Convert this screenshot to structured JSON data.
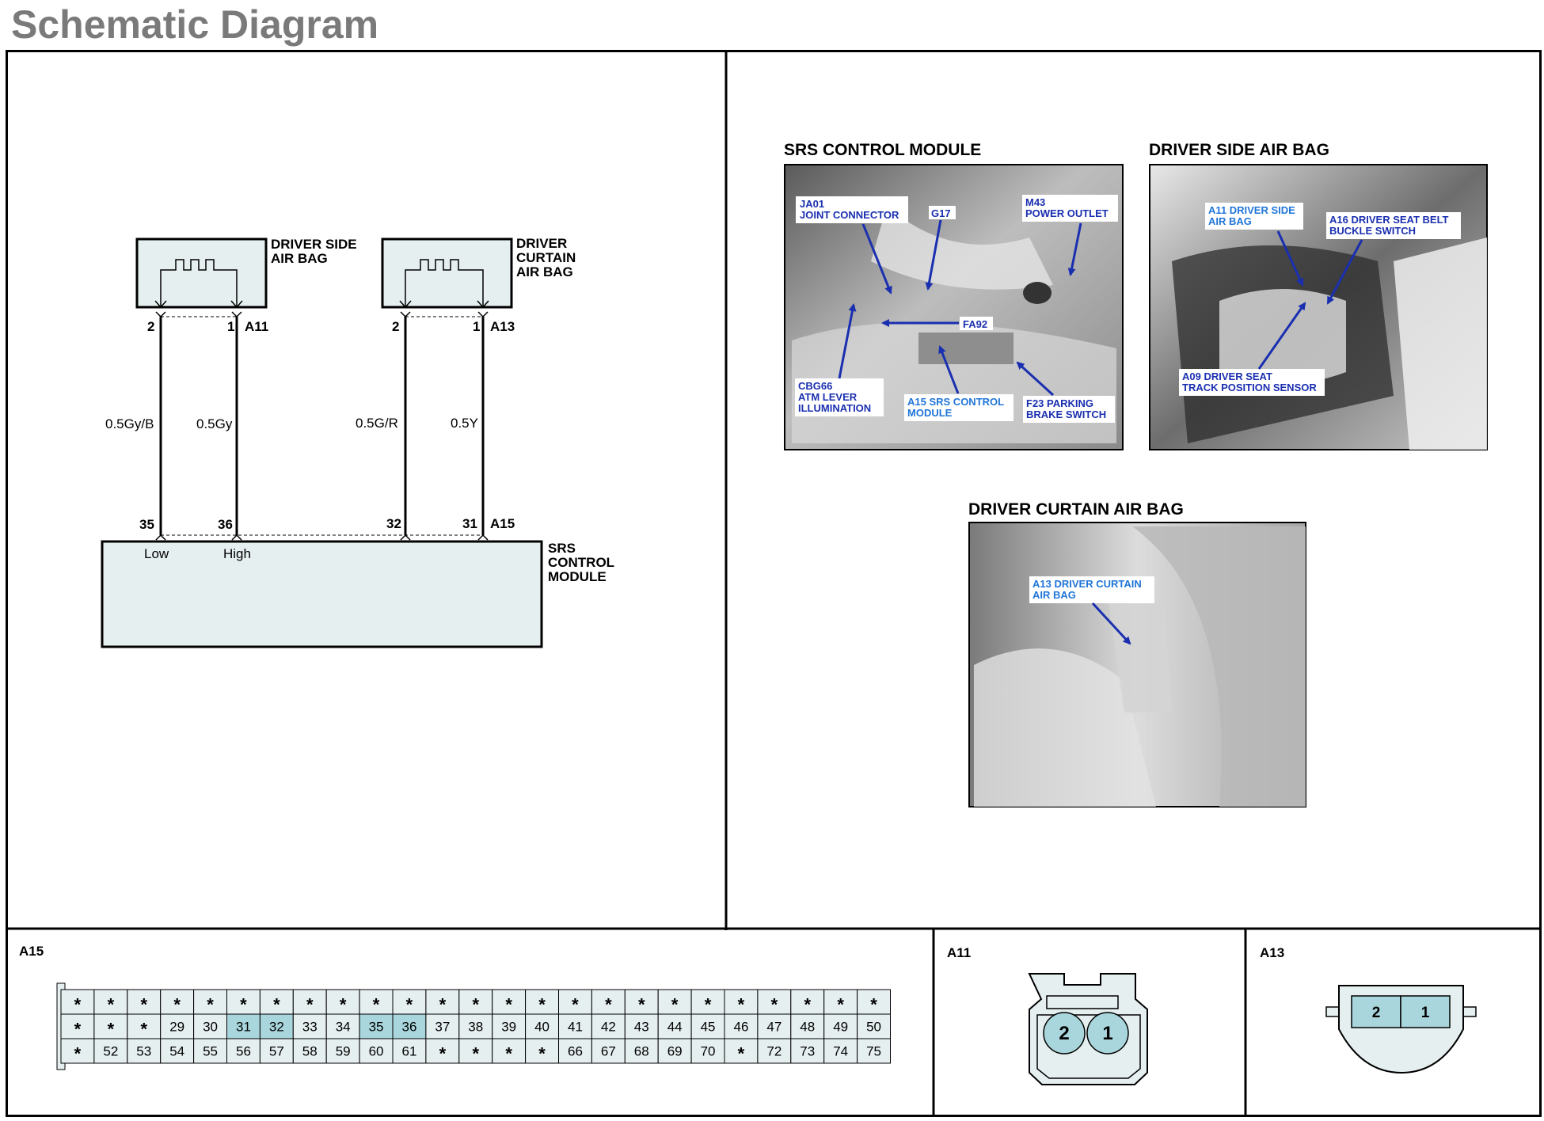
{
  "page_title": "Schematic Diagram",
  "schematic": {
    "driver_side_airbag": {
      "label_line1": "DRIVER SIDE",
      "label_line2": "AIR BAG",
      "connector": "A11",
      "pin_left": "2",
      "pin_right": "1"
    },
    "driver_curtain_airbag": {
      "label_line1": "DRIVER",
      "label_line2": "CURTAIN",
      "label_line3": "AIR BAG",
      "connector": "A13",
      "pin_left": "2",
      "pin_right": "1"
    },
    "wires": [
      {
        "color": "0.5Gy/B"
      },
      {
        "color": "0.5Gy"
      },
      {
        "color": "0.5G/R"
      },
      {
        "color": "0.5Y"
      }
    ],
    "srs_module": {
      "label_line1": "SRS",
      "label_line2": "CONTROL",
      "label_line3": "MODULE",
      "connector": "A15",
      "pins": [
        "35",
        "36",
        "32",
        "31"
      ],
      "pin_low": "Low",
      "pin_high": "High"
    }
  },
  "photos": {
    "srs_control_module": {
      "title": "SRS CONTROL MODULE",
      "callouts": {
        "ja01_1": "JA01",
        "ja01_2": "JOINT CONNECTOR",
        "g17": "G17",
        "m43_1": "M43",
        "m43_2": "POWER OUTLET",
        "fa92": "FA92",
        "cbg66_1": "CBG66",
        "cbg66_2": "ATM LEVER",
        "cbg66_3": "ILLUMINATION",
        "a15_1": "A15 SRS CONTROL",
        "a15_2": "MODULE",
        "f23_1": "F23 PARKING",
        "f23_2": "BRAKE SWITCH"
      }
    },
    "driver_side_air_bag": {
      "title": "DRIVER SIDE AIR BAG",
      "callouts": {
        "a11_1": "A11 DRIVER SIDE",
        "a11_2": "AIR BAG",
        "a16_1": "A16 DRIVER SEAT BELT",
        "a16_2": "BUCKLE SWITCH",
        "a09_1": "A09 DRIVER SEAT",
        "a09_2": "TRACK POSITION SENSOR"
      }
    },
    "driver_curtain_air_bag": {
      "title": "DRIVER CURTAIN AIR BAG",
      "callouts": {
        "a13_1": "A13 DRIVER CURTAIN",
        "a13_2": "AIR BAG"
      }
    }
  },
  "connector_views": {
    "a15": {
      "label": "A15",
      "rows": [
        [
          "*",
          "*",
          "*",
          "*",
          "*",
          "*",
          "*",
          "*",
          "*",
          "*",
          "*",
          "*",
          "*",
          "*",
          "*",
          "*",
          "*",
          "*",
          "*",
          "*",
          "*",
          "*",
          "*",
          "*",
          "*"
        ],
        [
          "*",
          "*",
          "*",
          "29",
          "30",
          "31",
          "32",
          "33",
          "34",
          "35",
          "36",
          "37",
          "38",
          "39",
          "40",
          "41",
          "42",
          "43",
          "44",
          "45",
          "46",
          "47",
          "48",
          "49",
          "50"
        ],
        [
          "*",
          "52",
          "53",
          "54",
          "55",
          "56",
          "57",
          "58",
          "59",
          "60",
          "61",
          "*",
          "*",
          "*",
          "*",
          "66",
          "67",
          "68",
          "69",
          "70",
          "*",
          "72",
          "73",
          "74",
          "75"
        ]
      ],
      "highlighted": [
        "31",
        "32",
        "35",
        "36"
      ]
    },
    "a11": {
      "label": "A11",
      "pins": [
        "2",
        "1"
      ]
    },
    "a13": {
      "label": "A13",
      "pins": [
        "2",
        "1"
      ]
    }
  },
  "colors": {
    "component_fill": "#e6eff0",
    "highlight_fill": "#a9d5dc",
    "callout_text": "#1a2fb0",
    "title_gray": "#7a7a7a"
  }
}
